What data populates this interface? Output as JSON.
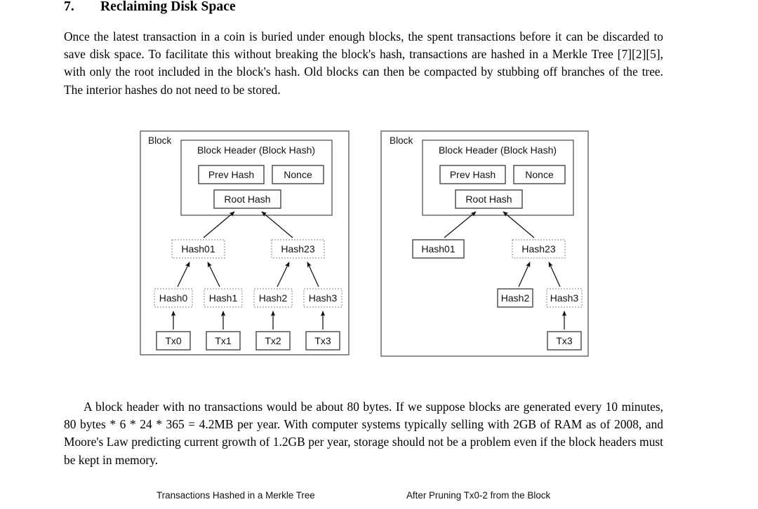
{
  "document": {
    "section_number": "7.",
    "section_title": "Reclaiming Disk Space",
    "paragraph_1": "Once the latest transaction in a coin is buried under enough blocks, the spent transactions before it can be discarded to save disk space.  To facilitate this without breaking the block's hash, transactions are hashed in a Merkle Tree [7][2][5], with only the root included in the block's hash.  Old blocks can then be compacted by stubbing off branches of the tree.  The interior hashes do not need to be stored.",
    "paragraph_2": "A block header with no transactions would be about 80 bytes.  If we suppose blocks are generated every 10 minutes, 80 bytes * 6 * 24 * 365 = 4.2MB per year.  With computer systems typically selling with 2GB of RAM as of 2008, and Moore's Law predicting current growth of 1.2GB per year, storage should not be a problem even if the block headers must be kept in memory."
  },
  "figure": {
    "caption_left": "Transactions Hashed in a Merkle Tree",
    "caption_right": "After Pruning Tx0-2 from the Block",
    "colors": {
      "solid_border": "#444444",
      "dashed_border": "#999999",
      "outer_border": "#555555",
      "arrow": "#111111",
      "text": "#111111",
      "background": "#ffffff"
    },
    "diagram_left": {
      "block_label": "Block",
      "header_label": "Block Header (Block Hash)",
      "prev_hash_label": "Prev Hash",
      "nonce_label": "Nonce",
      "root_hash_label": "Root Hash",
      "nodes": [
        {
          "id": "hash01",
          "label": "Hash01",
          "style": "dashed"
        },
        {
          "id": "hash23",
          "label": "Hash23",
          "style": "dashed"
        },
        {
          "id": "hash0",
          "label": "Hash0",
          "style": "dashed"
        },
        {
          "id": "hash1",
          "label": "Hash1",
          "style": "dashed"
        },
        {
          "id": "hash2",
          "label": "Hash2",
          "style": "dashed"
        },
        {
          "id": "hash3",
          "label": "Hash3",
          "style": "dashed"
        },
        {
          "id": "tx0",
          "label": "Tx0",
          "style": "solid"
        },
        {
          "id": "tx1",
          "label": "Tx1",
          "style": "solid"
        },
        {
          "id": "tx2",
          "label": "Tx2",
          "style": "solid"
        },
        {
          "id": "tx3",
          "label": "Tx3",
          "style": "solid"
        }
      ]
    },
    "diagram_right": {
      "block_label": "Block",
      "header_label": "Block Header (Block Hash)",
      "prev_hash_label": "Prev Hash",
      "nonce_label": "Nonce",
      "root_hash_label": "Root Hash",
      "nodes": [
        {
          "id": "hash01",
          "label": "Hash01",
          "style": "solid"
        },
        {
          "id": "hash23",
          "label": "Hash23",
          "style": "dashed"
        },
        {
          "id": "hash2",
          "label": "Hash2",
          "style": "solid"
        },
        {
          "id": "hash3",
          "label": "Hash3",
          "style": "dashed"
        },
        {
          "id": "tx3",
          "label": "Tx3",
          "style": "solid"
        }
      ]
    }
  }
}
